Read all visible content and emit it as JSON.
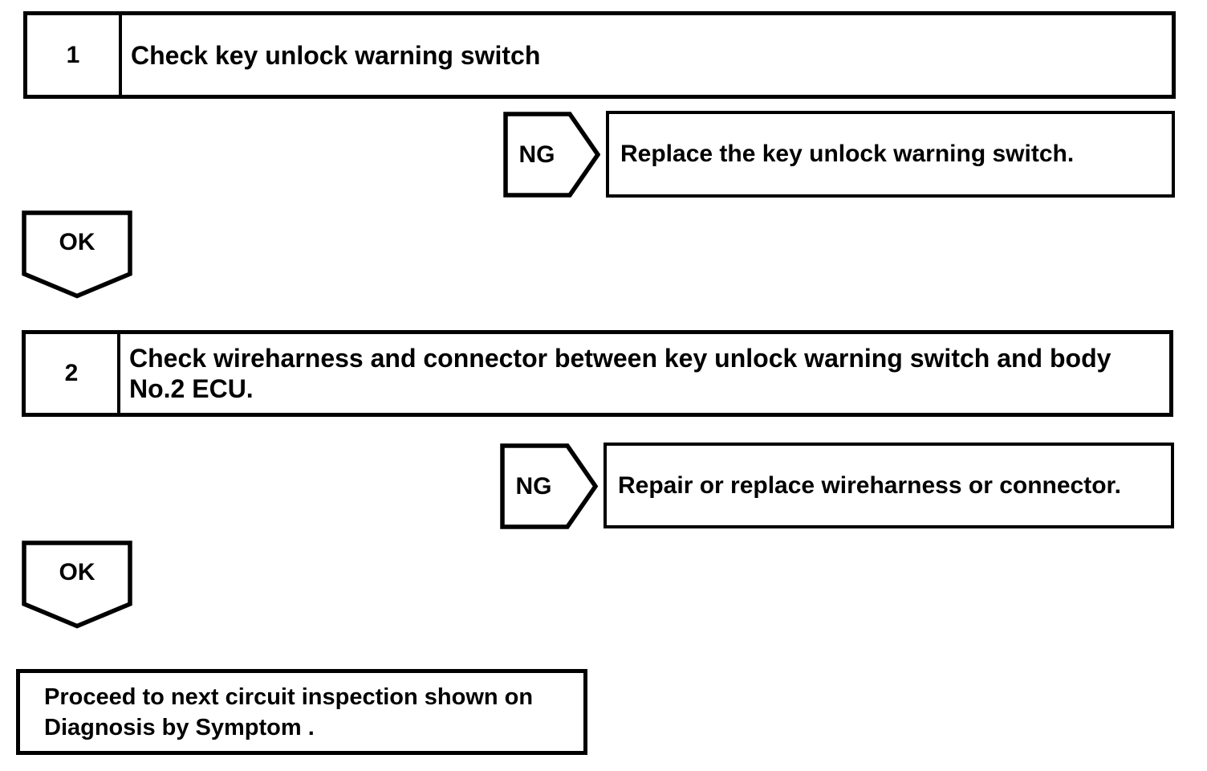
{
  "document": {
    "background": "#ffffff",
    "ink": "#000000"
  },
  "flowchart": {
    "steps": [
      {
        "number": "1",
        "title_lines": [
          "Check key unlock warning switch"
        ],
        "ng": {
          "label": "NG",
          "action_lines": [
            "Replace the key unlock warning switch."
          ]
        },
        "ok": {
          "label": "OK"
        }
      },
      {
        "number": "2",
        "title_lines": [
          "Check wireharness and connector between key unlock warning switch and body",
          "No.2 ECU."
        ],
        "ng": {
          "label": "NG",
          "action_lines": [
            "Repair or replace wireharness or connector."
          ]
        },
        "ok": {
          "label": "OK"
        }
      }
    ],
    "final_box": {
      "lines": [
        "Proceed to next circuit inspection shown on",
        "Diagnosis by Symptom ."
      ]
    }
  }
}
